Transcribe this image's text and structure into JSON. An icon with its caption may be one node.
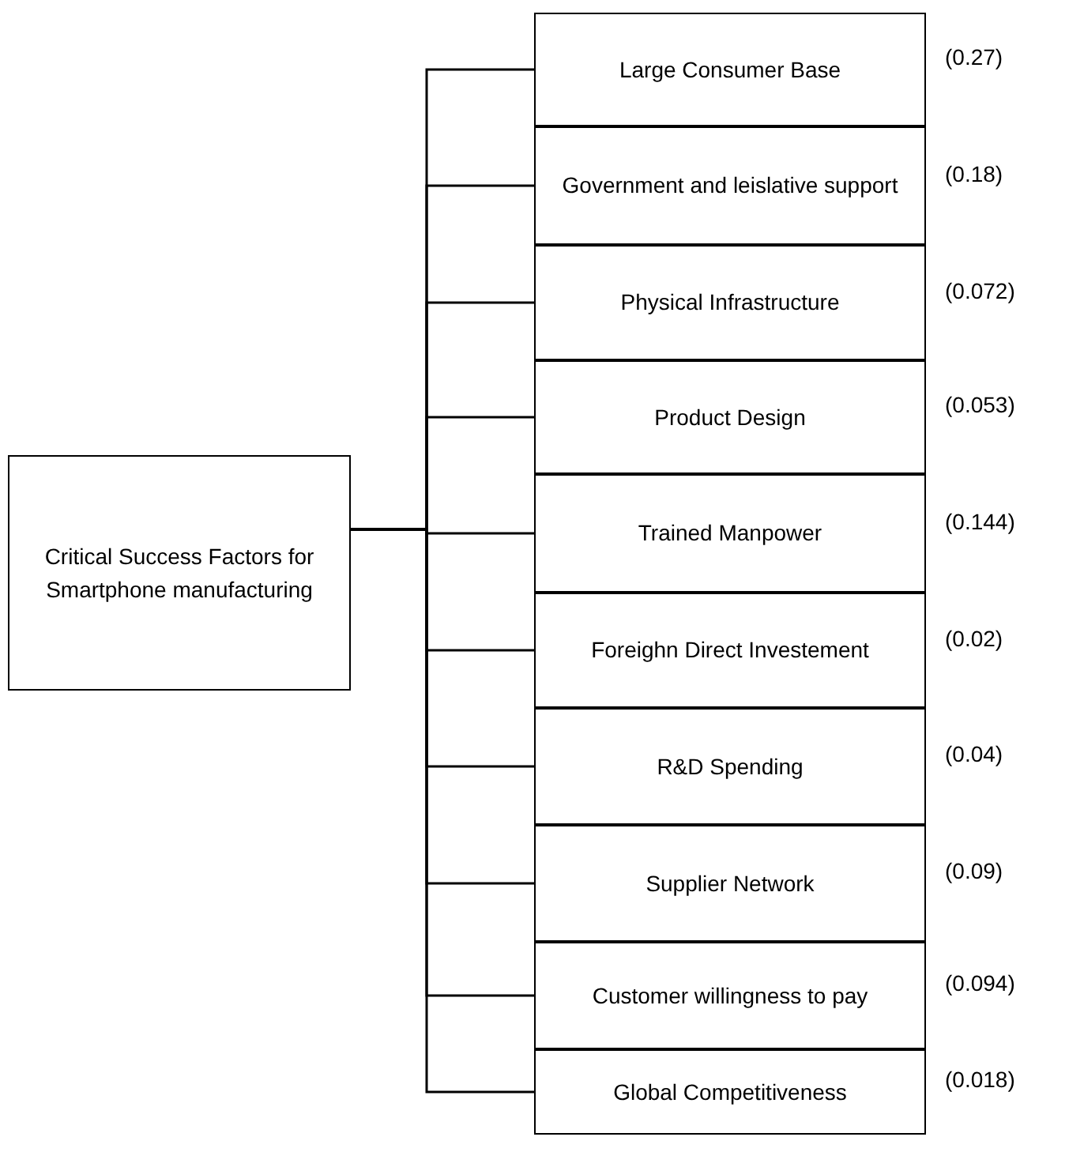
{
  "diagram": {
    "nodes": [
      {
        "text": [
          "Critical Success Factors for Smartphone manufacturing"
        ]
      },
      {
        "text": [
          "Large Consumer Base"
        ],
        "beside": [
          "(0.27)"
        ]
      },
      {
        "text": [
          "Government and leislative support"
        ],
        "beside": [
          "(0.18)"
        ]
      },
      {
        "text": [
          "Physical Infrastructure"
        ],
        "beside": [
          "(0.072)"
        ]
      },
      {
        "text": [
          "Product Design"
        ],
        "beside": [
          "(0.053)"
        ]
      },
      {
        "text": [
          "Trained Manpower"
        ],
        "beside": [
          "(0.144)"
        ]
      },
      {
        "text": [
          "Foreighn Direct Investement"
        ],
        "beside": [
          "(0.02)"
        ]
      },
      {
        "text": [
          "R&D Spending"
        ],
        "beside": [
          "(0.04)"
        ]
      },
      {
        "text": [
          "Supplier Network"
        ],
        "beside": [
          "(0.09)"
        ]
      },
      {
        "text": [
          "Customer willingness to pay"
        ],
        "beside": [
          "(0.094)"
        ]
      },
      {
        "text": [
          "Global Competitiveness"
        ],
        "beside": [
          "(0.018)"
        ]
      }
    ],
    "edges": [
      {
        "from": 0,
        "to": 1,
        "arrow": "none"
      },
      {
        "from": 0,
        "to": 2,
        "arrow": "none"
      },
      {
        "from": 0,
        "to": 3,
        "arrow": "none"
      },
      {
        "from": 0,
        "to": 4,
        "arrow": "none"
      },
      {
        "from": 0,
        "to": 5,
        "arrow": "none"
      },
      {
        "from": 0,
        "to": 6,
        "arrow": "none"
      },
      {
        "from": 0,
        "to": 7,
        "arrow": "none"
      },
      {
        "from": 0,
        "to": 8,
        "arrow": "none"
      },
      {
        "from": 0,
        "to": 9,
        "arrow": "none"
      },
      {
        "from": 0,
        "to": 10,
        "arrow": "none"
      }
    ]
  }
}
